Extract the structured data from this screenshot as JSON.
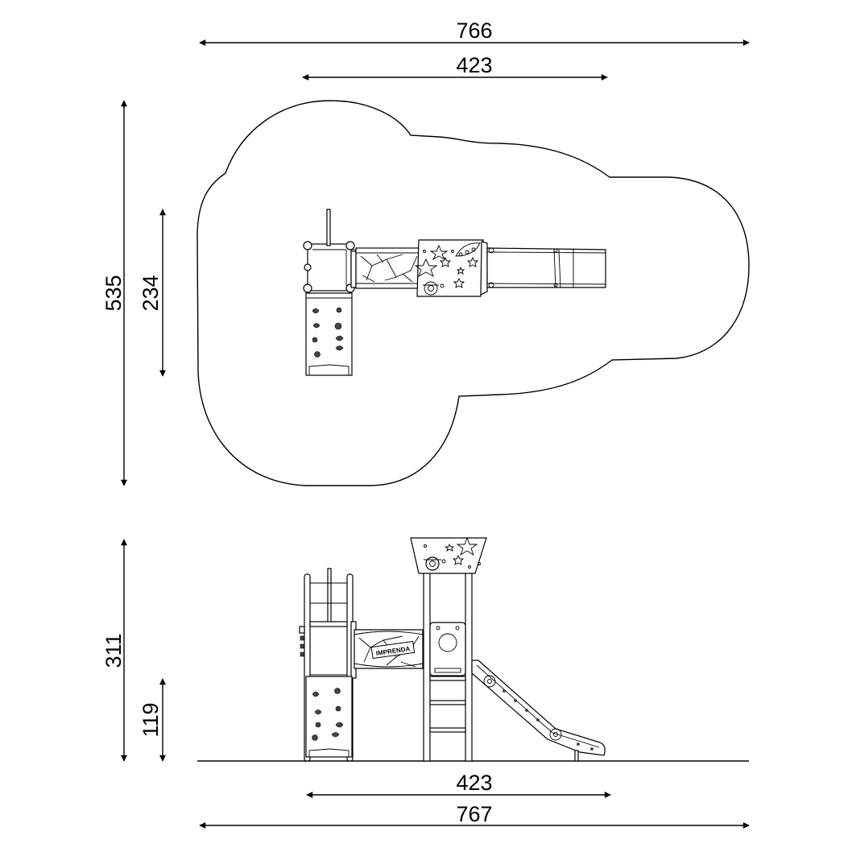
{
  "dimensions": {
    "top_width_overall": "766",
    "top_width_equipment": "423",
    "height_overall_area": "535",
    "height_equipment_plan": "234",
    "elevation_height_total": "311",
    "elevation_platform_height": "119",
    "bottom_width_equipment": "423",
    "bottom_width_overall": "767"
  },
  "panel_label": "IMPRENDA"
}
